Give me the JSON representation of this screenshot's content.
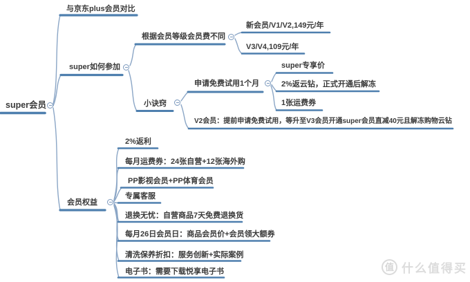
{
  "mindmap": {
    "root": {
      "label": "super会员"
    },
    "branches": [
      {
        "label": "与京东plus会员对比"
      },
      {
        "label": "super如何参加",
        "children": [
          {
            "label": "根据会员等级会员费不同",
            "children": [
              {
                "label": "新会员/V1/V2,149元/年"
              },
              {
                "label": "V3/V4,109元/年"
              }
            ]
          },
          {
            "label": "小诀窍",
            "children": [
              {
                "label": "申请免费试用1个月",
                "children": [
                  {
                    "label": "super专享价"
                  },
                  {
                    "label": "2%返云钻，正式开通后解冻"
                  },
                  {
                    "label": "1张运费券"
                  }
                ]
              },
              {
                "label": "V2会员：提前申请免费试用，等升至V3会员开通super会员直减40元且解冻购物云钻"
              }
            ]
          }
        ]
      },
      {
        "label": "会员权益",
        "children": [
          {
            "label": "2%返利"
          },
          {
            "label": "每月运费券：24张自营+12张海外购"
          },
          {
            "label": "PP影视会员+PP体育会员"
          },
          {
            "label": "专属客服"
          },
          {
            "label": "退换无忧：自营商品7天免费退换货"
          },
          {
            "label": "每月26日会员日：商品会员价+会员领大额券"
          },
          {
            "label": "清洗保养折扣：服务创新+实际案例"
          },
          {
            "label": "电子书：需要下载悦享电子书"
          }
        ]
      }
    ]
  },
  "watermark": {
    "logo_char": "值",
    "text": "什么值得买"
  },
  "colors": {
    "branch_line": "#4e7fae",
    "connector_curve": "#8ba6c6",
    "toggle_outline": "#7b99bd",
    "text": "#3a3a3a",
    "watermark": "#d9d9d9"
  }
}
